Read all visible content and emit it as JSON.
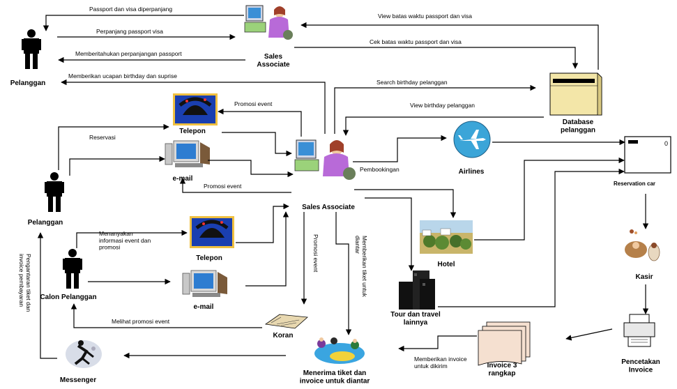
{
  "nodes": {
    "pelanggan_top": [
      "Pelanggan"
    ],
    "sales_top": [
      "Sales",
      "Associate"
    ],
    "database": [
      "Database",
      "pelanggan"
    ],
    "telepon_1": [
      "Telepon"
    ],
    "email_1": [
      "e-mail"
    ],
    "pelanggan_mid": [
      "Pelanggan"
    ],
    "sales_center": [
      "Sales Associate"
    ],
    "airlines": [
      "Airlines"
    ],
    "reservation": [
      "Reservation car"
    ],
    "telepon_2": [
      "Telepon"
    ],
    "email_2": [
      "e-mail"
    ],
    "calon": [
      "Calon Pelanggan"
    ],
    "hotel": [
      "Hotel"
    ],
    "tour": [
      "Tour dan travel",
      "lainnya"
    ],
    "kasir": [
      "Kasir"
    ],
    "koran": [
      "Koran"
    ],
    "penerima": [
      "Menerima tiket dan",
      "invoice untuk diantar"
    ],
    "invoice3": [
      "Invoice 3",
      "rangkap"
    ],
    "pencetakan": [
      "Pencetakan",
      "Invoice"
    ],
    "messenger": [
      "Messenger"
    ]
  },
  "edges": {
    "e1": [
      "Passport dan visa diperpanjang"
    ],
    "e2": [
      "Perpanjang passport visa"
    ],
    "e3": [
      "Memberitahukan perpanjangan passport"
    ],
    "e4": [
      "Memberikan ucapan birthday dan suprise"
    ],
    "e5": [
      "View batas waktu passport dan visa"
    ],
    "e6": [
      "Cek batas waktu passport dan visa"
    ],
    "e7": [
      "Search birthday pelanggan"
    ],
    "e8": [
      "View birthday pelanggan"
    ],
    "e9": [
      "Promosi event"
    ],
    "e10": [
      "Reservasi"
    ],
    "e11": [
      "Promosi event"
    ],
    "e12": [
      "Pembookingan"
    ],
    "e13": [
      "Menanyakan",
      "informasi event dan",
      "promosi"
    ],
    "e14": [
      "Promosi event"
    ],
    "e15": [
      "Memberikan tiket untuk",
      "diantar"
    ],
    "e16": [
      "Melihat promosi event"
    ],
    "e17": [
      "Memberikan invoice",
      "untuk dikirim"
    ],
    "e18": [
      "Pengantaran tiket dan",
      "invoice pembayaran"
    ]
  }
}
